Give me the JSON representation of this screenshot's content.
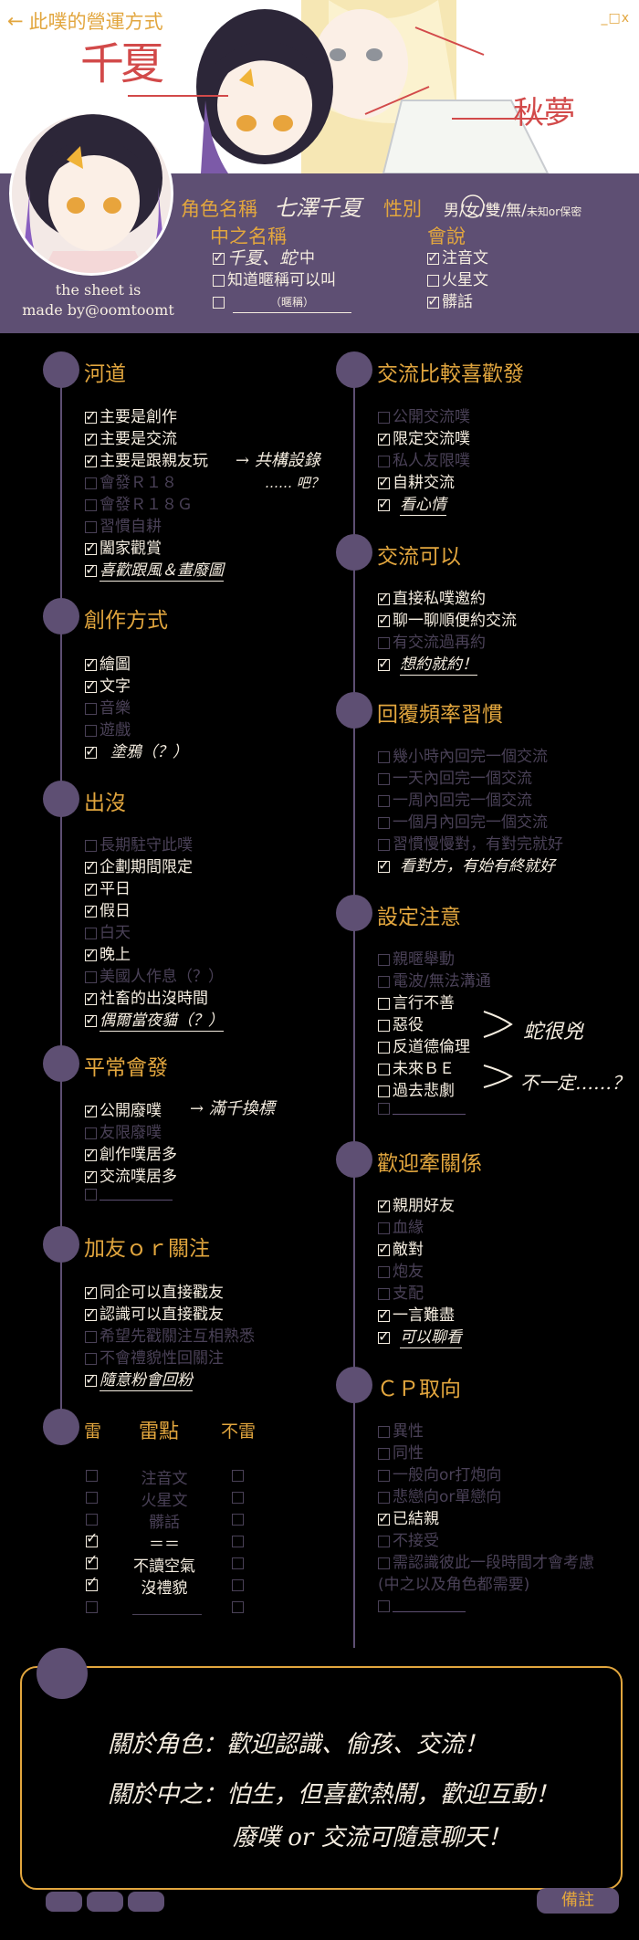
{
  "header": {
    "back_arrow": "←",
    "title": "此噗的營運方式",
    "window_controls": "_□x",
    "handwrite_left": "千夏",
    "handwrite_right": "秋夢",
    "credit_line1": "the sheet is",
    "credit_line2": "made by@oomtoomt"
  },
  "info": {
    "char_name_label": "角色名稱",
    "char_name_value": "七澤千夏",
    "gender_label": "性別",
    "gender_options": "男/女/雙/無/",
    "gender_small": "未知or保密",
    "nickname_label": "中之名稱",
    "nick_opt1_value": "千夏、蛇",
    "nick_opt1_suffix": "中",
    "nick_opt2": "知道暱稱可以叫",
    "nick_opt3_hint": "（暱稱）",
    "speak_label": "會說",
    "speak_opts": [
      "注音文",
      "火星文",
      "髒話"
    ]
  },
  "sections": {
    "hedao": {
      "title": "河道",
      "options": [
        "主要是創作",
        "主要是交流",
        "主要是跟親友玩",
        "會發Ｒ１８",
        "會發Ｒ１８Ｇ",
        "習慣自耕",
        "闔家觀賞",
        "喜歡跟風＆畫廢圖"
      ],
      "note1": "→ 共構設錄",
      "note2": "…… 吧？"
    },
    "chuangzuo": {
      "title": "創作方式",
      "options": [
        "繪圖",
        "文字",
        "音樂",
        "遊戲",
        "塗鴉（？）"
      ]
    },
    "chumo": {
      "title": "出沒",
      "options": [
        "長期駐守此噗",
        "企劃期間限定",
        "平日",
        "假日",
        "白天",
        "晚上",
        "美國人作息（？）",
        "社畜的出沒時間",
        "偶爾當夜貓（？）"
      ]
    },
    "pingchang": {
      "title": "平常會發",
      "options": [
        "公開廢噗",
        "友限廢噗",
        "創作噗居多",
        "交流噗居多"
      ],
      "note": "→ 滿千換標"
    },
    "jiayou": {
      "title": "加友ｏｒ關注",
      "options": [
        "同企可以直接戳友",
        "認識可以直接戳友",
        "希望先戳關注互相熟悉",
        "不會禮貌性回關注",
        "隨意粉會回粉"
      ]
    },
    "mine": {
      "title_left": "雷",
      "title_mid": "雷點",
      "title_right": "不雷",
      "rows": [
        "注音文",
        "火星文",
        "髒話",
        "＝＝",
        "不讀空氣",
        "沒禮貌"
      ]
    },
    "jiaoliu": {
      "title": "交流比較喜歡發",
      "options": [
        "公開交流噗",
        "限定交流噗",
        "私人友限噗",
        "自耕交流",
        "看心情"
      ]
    },
    "keyi": {
      "title": "交流可以",
      "options": [
        "直接私噗邀約",
        "聊一聊順便約交流",
        "有交流過再約",
        "想約就約！"
      ]
    },
    "huifu": {
      "title": "回覆頻率習慣",
      "options": [
        "幾小時內回完一個交流",
        "一天內回完一個交流",
        "一周內回完一個交流",
        "一個月內回完一個交流",
        "習慣慢慢對，有對完就好",
        "看對方，有始有終就好"
      ]
    },
    "sheding": {
      "title": "設定注意",
      "options": [
        "親暱舉動",
        "電波/無法溝通",
        "言行不善",
        "惡役",
        "反道德倫理",
        "未來ＢＥ",
        "過去悲劇"
      ],
      "note1": "蛇很兇",
      "note2": "不一定……？"
    },
    "huanying": {
      "title": "歡迎牽關係",
      "options": [
        "親朋好友",
        "血緣",
        "敵對",
        "炮友",
        "支配",
        "一言難盡",
        "可以聊看"
      ]
    },
    "cp": {
      "title": "ＣＰ取向",
      "options": [
        "異性",
        "同性",
        "一般向or打炮向",
        "悲戀向or單戀向",
        "已結親",
        "不接受",
        "需認識彼此一段時間才會考慮",
        "(中之以及角色都需要)"
      ]
    }
  },
  "notes": {
    "line1": "關於角色：歡迎認識、偷孩、交流！",
    "line2": "關於中之：怕生，但喜歡熱鬧，歡迎互動！",
    "line3": "廢噗 or 交流可隨意聊天！",
    "remark_button": "備註"
  },
  "colors": {
    "accent": "#e2a63e",
    "purple": "#5e4f73",
    "background": "#000000",
    "text": "#f5ede0"
  }
}
